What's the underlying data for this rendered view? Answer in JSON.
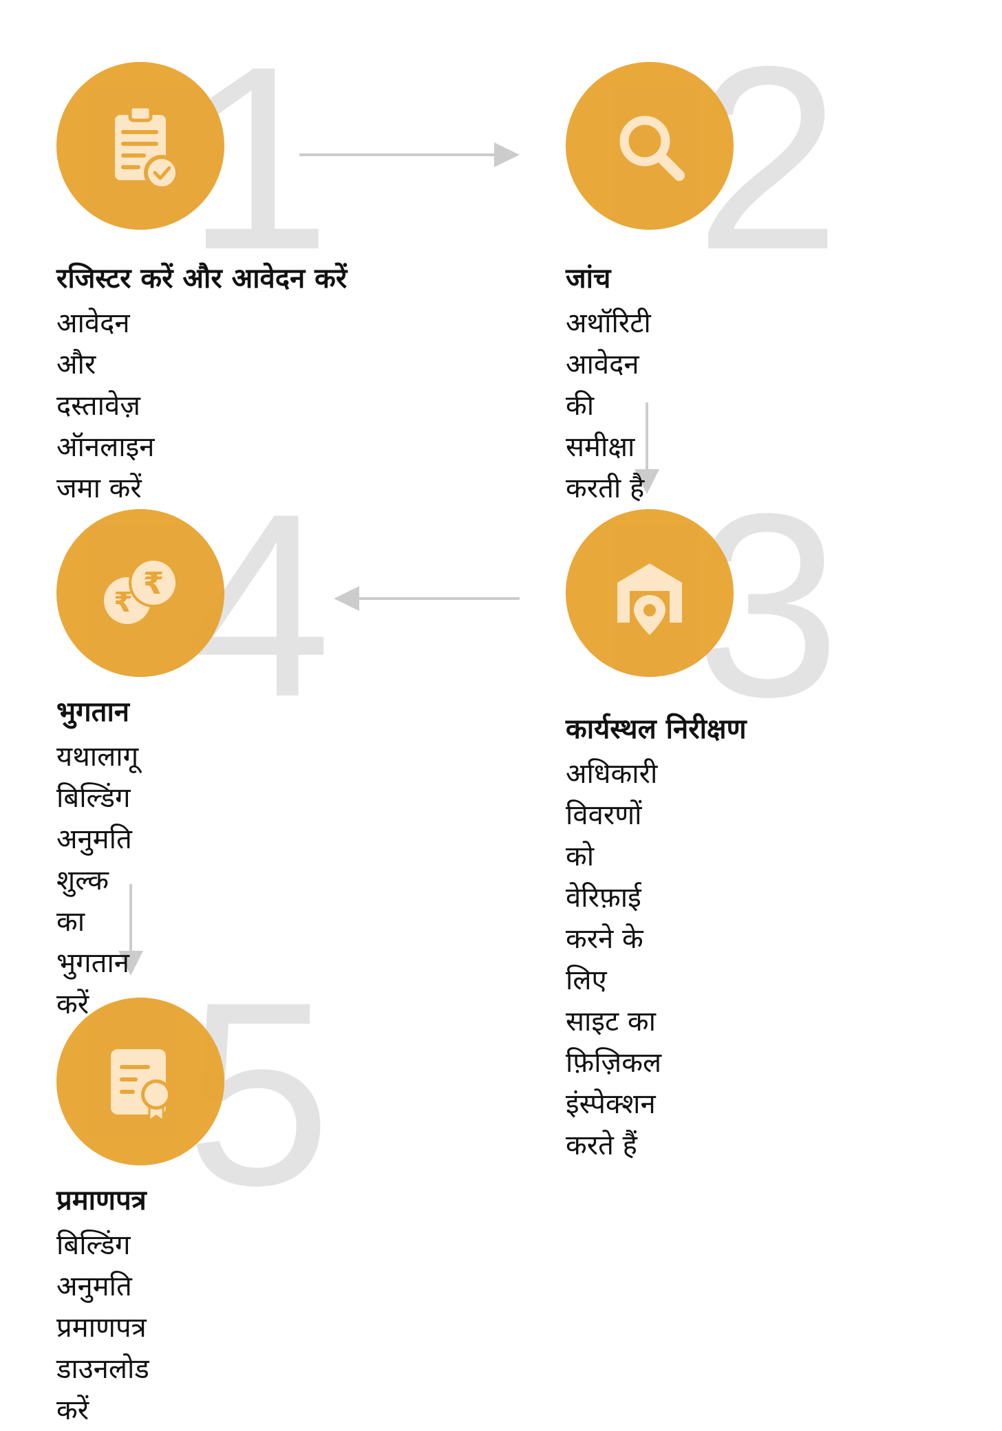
{
  "colors": {
    "accent": "#e8a534",
    "icon_fill": "#fde6c4",
    "number": "#e3e3e3",
    "arrow": "#cccccc"
  },
  "steps": [
    {
      "number": "1",
      "icon": "clipboard-check-icon",
      "title": "रजिस्टर करें और आवेदन करें",
      "desc": [
        "आवेदन और दस्तावेज़",
        "ऑनलाइन जमा करें"
      ]
    },
    {
      "number": "2",
      "icon": "search-icon",
      "title": "जांच",
      "desc": [
        "अथॉरिटी आवेदन की",
        "समीक्षा करती है"
      ]
    },
    {
      "number": "3",
      "icon": "site-location-icon",
      "title": "कार्यस्थल निरीक्षण",
      "desc": [
        "अधिकारी विवरणों को वेरिफ़ाई",
        "करने के लिए साइट का फ़िज़िकल",
        "इंस्पेक्शन करते हैं"
      ]
    },
    {
      "number": "4",
      "icon": "rupee-coins-icon",
      "title": "भुगतान",
      "desc": [
        "यथालागू बिल्डिंग अनुमति",
        "शुल्क का भुगतान करें"
      ]
    },
    {
      "number": "5",
      "icon": "certificate-icon",
      "title": "प्रमाणपत्र",
      "desc": [
        "बिल्डिंग अनुमति प्रमाणपत्र",
        "डाउनलोड करें"
      ]
    }
  ]
}
